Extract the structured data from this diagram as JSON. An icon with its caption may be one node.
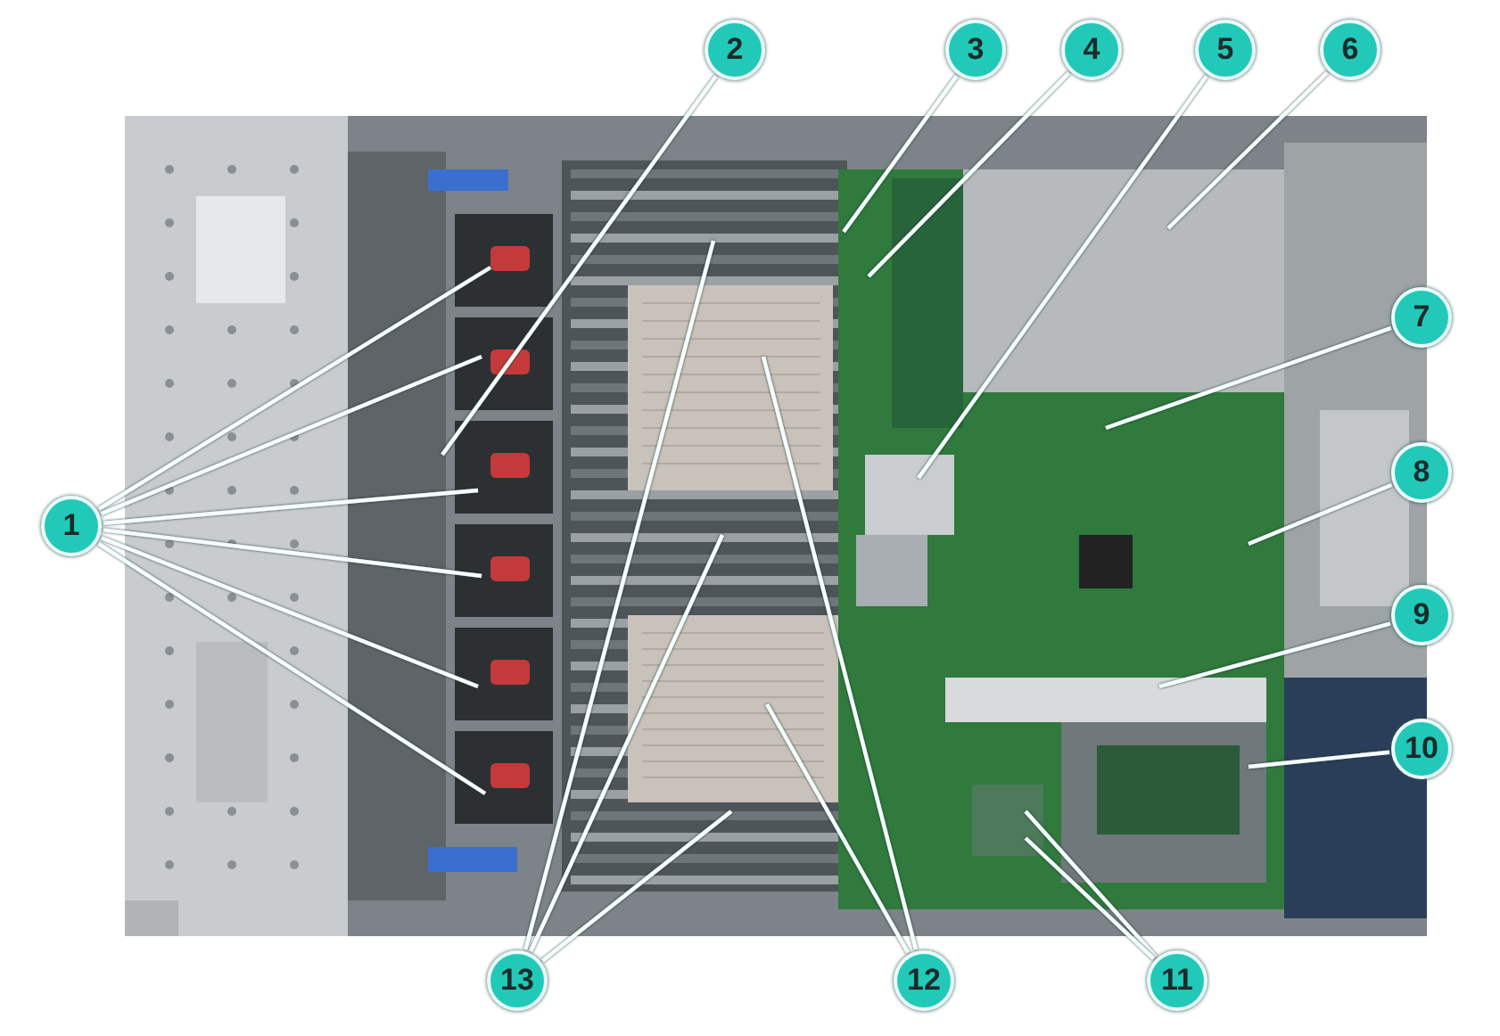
{
  "diagram": {
    "nodes": [
      {
        "text": [
          "1"
        ]
      },
      {
        "text": [
          "2"
        ]
      },
      {
        "text": [
          "3"
        ]
      },
      {
        "text": [
          "4"
        ]
      },
      {
        "text": [
          "5"
        ]
      },
      {
        "text": [
          "6"
        ]
      },
      {
        "text": [
          "7"
        ]
      },
      {
        "text": [
          "8"
        ]
      },
      {
        "text": [
          "9"
        ]
      },
      {
        "text": [
          "10"
        ]
      },
      {
        "text": [
          "11"
        ]
      },
      {
        "text": [
          "12"
        ]
      },
      {
        "text": [
          "13"
        ]
      }
    ],
    "edges": [
      {
        "from": 0,
        "to": null,
        "arrow": "none"
      },
      {
        "from": 0,
        "to": null,
        "arrow": "none"
      },
      {
        "from": 0,
        "to": null,
        "arrow": "none"
      },
      {
        "from": 0,
        "to": null,
        "arrow": "none"
      },
      {
        "from": 0,
        "to": null,
        "arrow": "none"
      },
      {
        "from": 0,
        "to": null,
        "arrow": "none"
      },
      {
        "from": 1,
        "to": null,
        "arrow": "none"
      },
      {
        "from": 2,
        "to": null,
        "arrow": "none"
      },
      {
        "from": 3,
        "to": null,
        "arrow": "none"
      },
      {
        "from": 4,
        "to": null,
        "arrow": "none"
      },
      {
        "from": 5,
        "to": null,
        "arrow": "none"
      },
      {
        "from": 6,
        "to": null,
        "arrow": "none"
      },
      {
        "from": 7,
        "to": null,
        "arrow": "none"
      },
      {
        "from": 8,
        "to": null,
        "arrow": "none"
      },
      {
        "from": 9,
        "to": null,
        "arrow": "none"
      },
      {
        "from": 10,
        "to": null,
        "arrow": "none"
      },
      {
        "from": 10,
        "to": null,
        "arrow": "none"
      },
      {
        "from": 11,
        "to": null,
        "arrow": "none"
      },
      {
        "from": 11,
        "to": null,
        "arrow": "none"
      },
      {
        "from": 12,
        "to": null,
        "arrow": "none"
      },
      {
        "from": 12,
        "to": null,
        "arrow": "none"
      },
      {
        "from": 12,
        "to": null,
        "arrow": "none"
      }
    ]
  }
}
